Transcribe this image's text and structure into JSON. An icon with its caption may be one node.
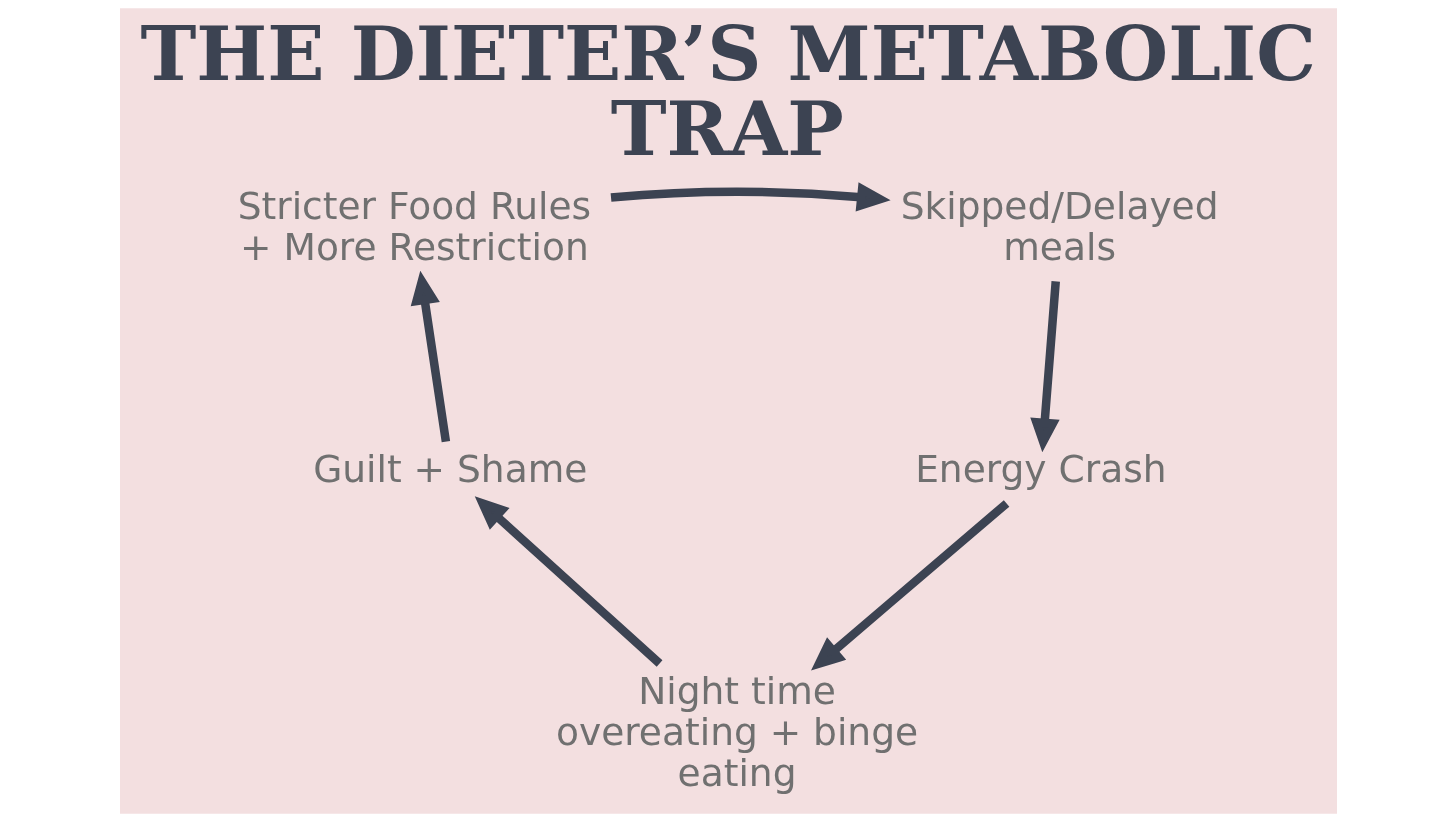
{
  "diagram": {
    "title": "THE DIETER’S METABOLIC TRAP",
    "nodes": [
      {
        "text": [
          "Stricter Food Rules + More Restriction"
        ]
      },
      {
        "text": [
          "Skipped/Delayed meals"
        ]
      },
      {
        "text": [
          "Energy Crash"
        ]
      },
      {
        "text": [
          "Night time overeating + binge eating"
        ]
      },
      {
        "text": [
          "Guilt + Shame"
        ]
      }
    ],
    "edges": [
      {
        "from": 0,
        "to": 1,
        "arrow": "to"
      },
      {
        "from": 1,
        "to": 2,
        "arrow": "to"
      },
      {
        "from": 2,
        "to": 3,
        "arrow": "to"
      },
      {
        "from": 3,
        "to": 4,
        "arrow": "to"
      },
      {
        "from": 4,
        "to": 0,
        "arrow": "to"
      }
    ]
  }
}
